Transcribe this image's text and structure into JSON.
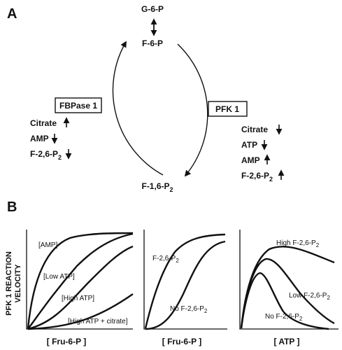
{
  "panel_a": {
    "label": "A",
    "metabolites": {
      "g6p": "G-6-P",
      "f6p": "F-6-P",
      "f16p2": "F-1,6-P",
      "f16p2_sub": "2"
    },
    "enzymes": {
      "fbpase": "FBPase 1",
      "pfk": "PFK 1"
    },
    "fbpase_effectors": [
      {
        "name": "Citrate",
        "sub": "",
        "tail": "",
        "direction": "up"
      },
      {
        "name": "AMP",
        "sub": "",
        "tail": "",
        "direction": "down"
      },
      {
        "name": "F-2,6-P",
        "sub": "2",
        "tail": "",
        "direction": "down"
      }
    ],
    "pfk_effectors": [
      {
        "name": "Citrate",
        "sub": "",
        "tail": "",
        "direction": "down"
      },
      {
        "name": "ATP",
        "sub": "",
        "tail": "",
        "direction": "down"
      },
      {
        "name": "AMP",
        "sub": "",
        "tail": "",
        "direction": "up"
      },
      {
        "name": "F-2,6-P",
        "sub": "2",
        "tail": "",
        "direction": "up"
      }
    ]
  },
  "panel_b": {
    "label": "B",
    "ylabel_line1": "PFK 1 REACTION",
    "ylabel_line2": "VELOCITY",
    "plots": [
      {
        "xlabel": "[ Fru-6-P ]",
        "curves": [
          {
            "label": "[AMP]",
            "sub": "",
            "tail": ""
          },
          {
            "label": "[Low ATP]",
            "sub": "",
            "tail": ""
          },
          {
            "label": "[High ATP]",
            "sub": "",
            "tail": ""
          },
          {
            "label": "[High ATP + citrate]",
            "sub": "",
            "tail": ""
          }
        ]
      },
      {
        "xlabel": "[ Fru-6-P ]",
        "curves": [
          {
            "label": "F-2,6-P",
            "sub": "2",
            "tail": ""
          },
          {
            "label": "No  F-2,6-P",
            "sub": "2",
            "tail": ""
          }
        ]
      },
      {
        "xlabel": "[ ATP ]",
        "curves": [
          {
            "label": "High F-2,6-P",
            "sub": "2",
            "tail": ""
          },
          {
            "label": "Low F-2,6-P",
            "sub": "2",
            "tail": ""
          },
          {
            "label": "No  F-2,6-P",
            "sub": "2",
            "tail": ""
          }
        ]
      }
    ]
  }
}
